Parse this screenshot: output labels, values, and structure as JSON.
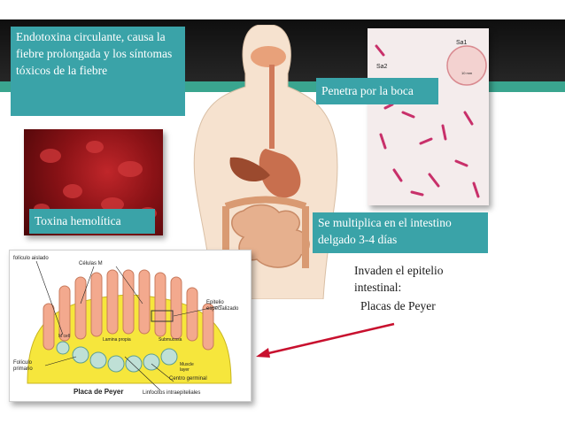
{
  "slide": {
    "box_endotoxina": "Endotoxina circulante, causa la fiebre prolongada y los síntomas tóxicos de la fiebre",
    "box_boca": "Penetra por la boca",
    "box_intestino": "Se multiplica en el intestino delgado 3-4 días",
    "label_hemolitica": "Toxina hemolítica",
    "text_invaden_1": "Invaden el epitelio",
    "text_invaden_2": "intestinal:",
    "text_invaden_3": "Placas de Peyer"
  },
  "micrograph": {
    "label_sa1": "Sa1",
    "label_sa2": "Sa2",
    "scale": "10 mm"
  },
  "diagram": {
    "folic_aislado": "folículo aislado",
    "celulas_m": "Células M",
    "epitelio_1": "Epitelio",
    "epitelio_2": "especializado",
    "m_cell": "M cell",
    "lamina": "Lamina propia",
    "submucosa": "Submucosa",
    "folic_1": "Folículo",
    "folic_2": "primario",
    "muscle_1": "Muscle",
    "muscle_2": "layer",
    "centro": "Centro germinal",
    "placa": "Placa de Peyer",
    "linfocitos": "Linfocitos intraepiteliales"
  },
  "colors": {
    "teal_box": "#3aa3a8",
    "arrow": "#c8102e",
    "band": "#1a1a1a",
    "accent_green": "#3aa58f"
  }
}
